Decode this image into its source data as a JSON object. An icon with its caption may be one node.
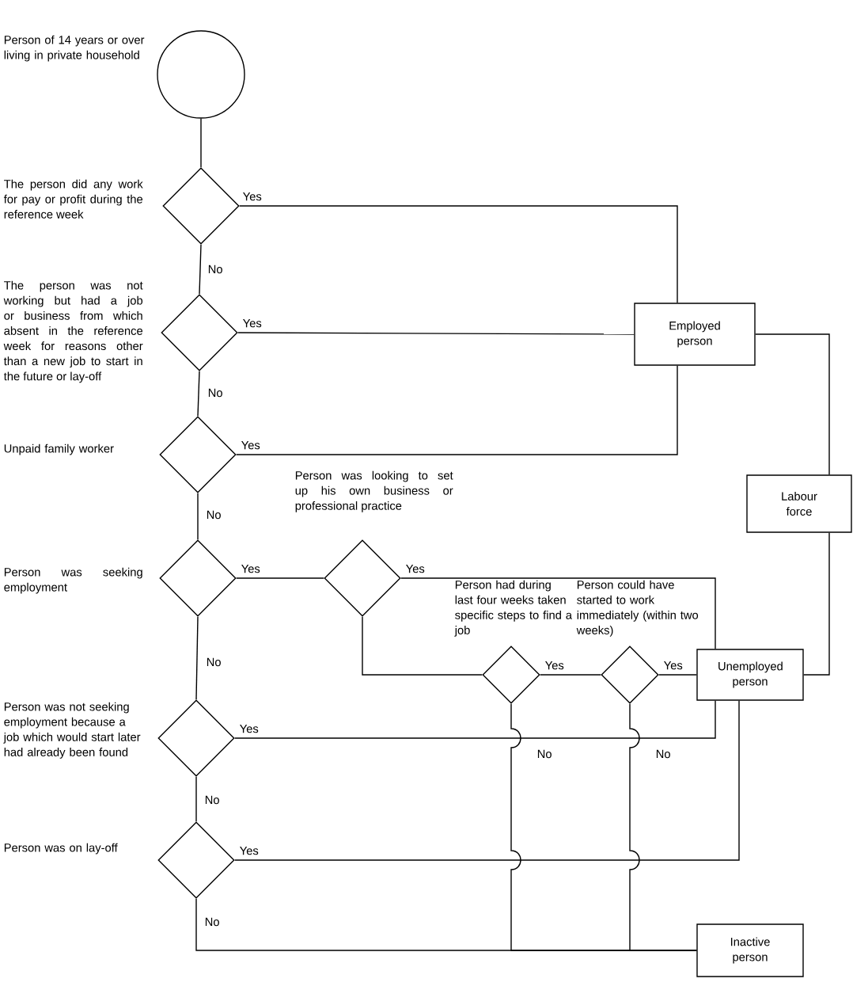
{
  "diagram": {
    "nodes": [
      {
        "text": [],
        "shape": "circle",
        "beside": [
          "Person of 14 years or over living in private household"
        ]
      },
      {
        "text": [],
        "shape": "diamond",
        "beside": [
          "The person did any work for pay or profit during the reference week"
        ]
      },
      {
        "text": [],
        "shape": "diamond",
        "beside": [
          "The person was not working but had a job or business from which absent in the reference week for reasons other than a new job to start in the future or lay-off"
        ]
      },
      {
        "text": [],
        "shape": "diamond",
        "beside": [
          "Unpaid family worker"
        ]
      },
      {
        "text": [],
        "shape": "diamond",
        "beside": [
          "Person was seeking employment"
        ]
      },
      {
        "text": [],
        "shape": "diamond",
        "beside": [
          "Person was looking to set up his own business or professional practice"
        ]
      },
      {
        "text": [],
        "shape": "diamond",
        "beside": [
          "Person had during last four weeks taken specific steps to find a job"
        ]
      },
      {
        "text": [],
        "shape": "diamond",
        "beside": [
          "Person could have started to work immediately (within two weeks)"
        ]
      },
      {
        "text": [],
        "shape": "diamond",
        "beside": [
          "Person was not seeking employment because a job which would start later had already been found"
        ]
      },
      {
        "text": [],
        "shape": "diamond",
        "beside": [
          "Person was on lay-off"
        ]
      },
      {
        "text": [
          "Employed person"
        ]
      },
      {
        "text": [
          "Labour force"
        ]
      },
      {
        "text": [
          "Unemployed person"
        ]
      },
      {
        "text": [
          "Inactive person"
        ]
      }
    ],
    "edges": [
      {
        "from": 0,
        "to": 1,
        "arrow": "none"
      },
      {
        "from": 1,
        "to": 10,
        "arrow": "none",
        "label": "Yes"
      },
      {
        "from": 1,
        "to": 2,
        "arrow": "none",
        "label": "No"
      },
      {
        "from": 2,
        "to": 10,
        "arrow": "none",
        "label": "Yes"
      },
      {
        "from": 2,
        "to": 3,
        "arrow": "none",
        "label": "No"
      },
      {
        "from": 3,
        "to": 10,
        "arrow": "none",
        "label": "Yes"
      },
      {
        "from": 3,
        "to": 4,
        "arrow": "none",
        "label": "No"
      },
      {
        "from": 4,
        "to": 5,
        "arrow": "none",
        "label": "Yes"
      },
      {
        "from": 4,
        "to": 8,
        "arrow": "none",
        "label": "No"
      },
      {
        "from": 5,
        "to": 12,
        "arrow": "none",
        "label": "Yes"
      },
      {
        "from": 5,
        "to": 6,
        "arrow": "none"
      },
      {
        "from": 6,
        "to": 7,
        "arrow": "none",
        "label": "Yes"
      },
      {
        "from": 6,
        "to": 13,
        "arrow": "none",
        "label": "No"
      },
      {
        "from": 7,
        "to": 12,
        "arrow": "none",
        "label": "Yes"
      },
      {
        "from": 7,
        "to": 13,
        "arrow": "none",
        "label": "No"
      },
      {
        "from": 8,
        "to": 12,
        "arrow": "none",
        "label": "Yes"
      },
      {
        "from": 8,
        "to": 9,
        "arrow": "none",
        "label": "No"
      },
      {
        "from": 9,
        "to": 12,
        "arrow": "none",
        "label": "Yes"
      },
      {
        "from": 9,
        "to": 13,
        "arrow": "none",
        "label": "No"
      },
      {
        "from": 10,
        "to": 11,
        "arrow": "none"
      },
      {
        "from": 12,
        "to": 11,
        "arrow": "none"
      }
    ]
  }
}
